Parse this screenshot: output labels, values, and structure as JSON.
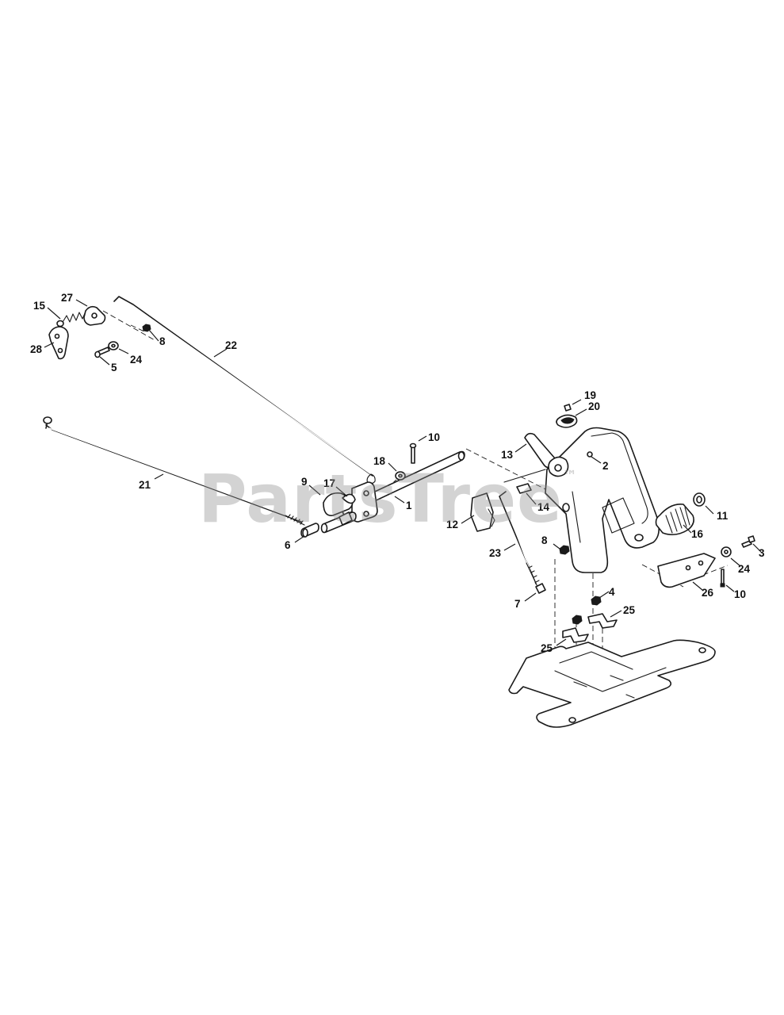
{
  "watermark": {
    "text": "PartsTree",
    "mark": "™"
  },
  "callouts": [
    {
      "id": "c-1",
      "label": "1"
    },
    {
      "id": "c-2",
      "label": "2"
    },
    {
      "id": "c-3",
      "label": "3"
    },
    {
      "id": "c-4",
      "label": "4"
    },
    {
      "id": "c-5",
      "label": "5"
    },
    {
      "id": "c-6",
      "label": "6"
    },
    {
      "id": "c-7",
      "label": "7"
    },
    {
      "id": "c-8a",
      "label": "8"
    },
    {
      "id": "c-8b",
      "label": "8"
    },
    {
      "id": "c-9",
      "label": "9"
    },
    {
      "id": "c-10a",
      "label": "10"
    },
    {
      "id": "c-10b",
      "label": "10"
    },
    {
      "id": "c-11",
      "label": "11"
    },
    {
      "id": "c-12",
      "label": "12"
    },
    {
      "id": "c-13",
      "label": "13"
    },
    {
      "id": "c-14",
      "label": "14"
    },
    {
      "id": "c-15",
      "label": "15"
    },
    {
      "id": "c-16",
      "label": "16"
    },
    {
      "id": "c-17",
      "label": "17"
    },
    {
      "id": "c-18",
      "label": "18"
    },
    {
      "id": "c-19",
      "label": "19"
    },
    {
      "id": "c-20",
      "label": "20"
    },
    {
      "id": "c-21",
      "label": "21"
    },
    {
      "id": "c-22",
      "label": "22"
    },
    {
      "id": "c-23",
      "label": "23"
    },
    {
      "id": "c-24a",
      "label": "24"
    },
    {
      "id": "c-24b",
      "label": "24"
    },
    {
      "id": "c-25a",
      "label": "25"
    },
    {
      "id": "c-25b",
      "label": "25"
    },
    {
      "id": "c-26",
      "label": "26"
    },
    {
      "id": "c-27",
      "label": "27"
    },
    {
      "id": "c-28",
      "label": "28"
    }
  ]
}
